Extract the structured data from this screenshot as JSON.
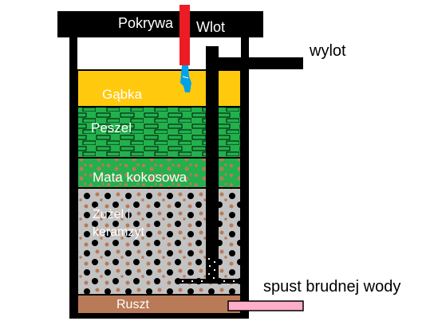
{
  "labels": {
    "lid": "Pokrywa",
    "inlet": "Wlot",
    "outlet": "wylot",
    "sponge": "Gąbka",
    "sand": "Peszel",
    "coco_mat": "Mata kokosowa",
    "slag_line1": "Żużel i",
    "slag_line2": "keramzyt",
    "grate": "Ruszt",
    "drain": "spust brudnej wody"
  },
  "colors": {
    "lid": "#000000",
    "inlet_pipe": "#ed1c24",
    "water_drip": "#00a2e8",
    "sponge": "#ffc90e",
    "sand_layer": "#22b14c",
    "coco_mat": "#22b14c",
    "coco_fibers": "#b97a57",
    "slag": "#c3c3c3",
    "grate": "#b97a57",
    "drain_pipe": "#ffaec9",
    "walls": "#000000"
  }
}
